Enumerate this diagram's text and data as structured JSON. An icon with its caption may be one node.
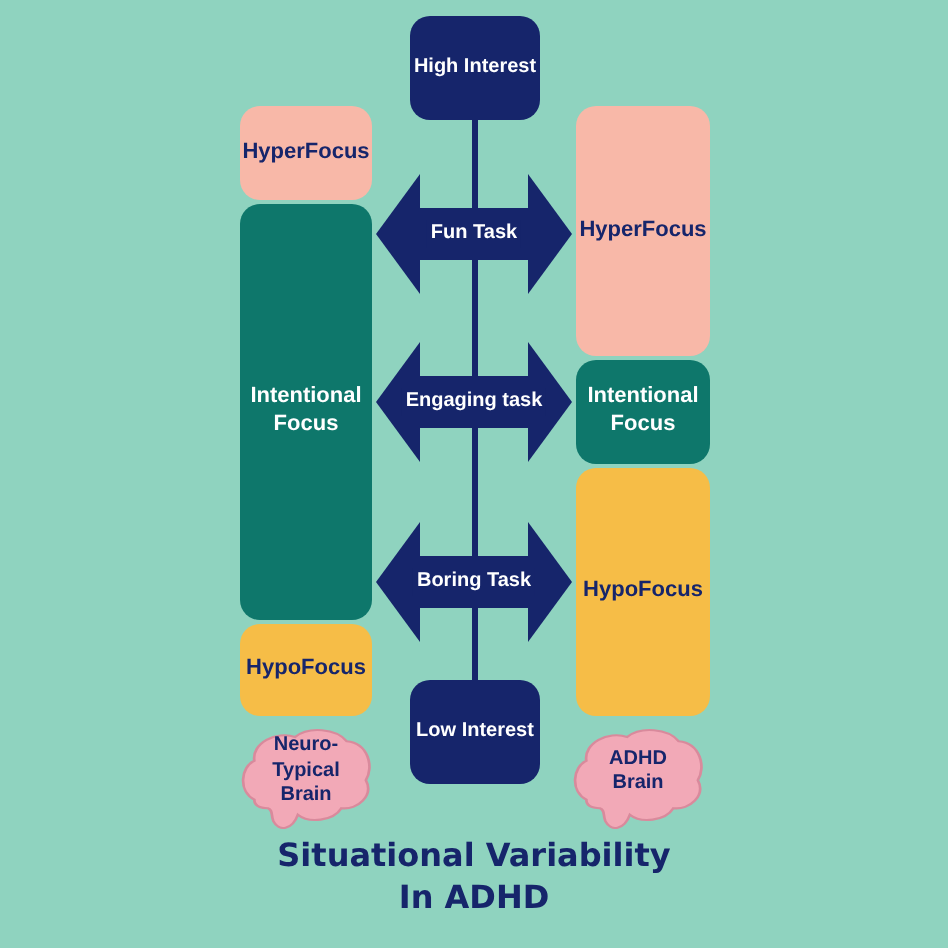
{
  "diagram": {
    "title": "Situational Variability In ADHD",
    "nodes": [
      {
        "text": [
          "High Interest"
        ]
      },
      {
        "text": [
          "HyperFocus"
        ]
      },
      {
        "text": [
          "Intentional Focus"
        ]
      },
      {
        "text": [
          "HypoFocus"
        ]
      },
      {
        "text": [
          "Neuro- Typical Brain"
        ]
      },
      {
        "text": [
          "Low Interest"
        ]
      },
      {
        "text": [
          "HyperFocus"
        ]
      },
      {
        "text": [
          "Intentional Focus"
        ]
      },
      {
        "text": [
          "HypoFocus"
        ]
      },
      {
        "text": [
          "ADHD Brain"
        ]
      }
    ],
    "edges": [
      {
        "from": 0,
        "to": 5,
        "arrow": "none"
      },
      {
        "from": 1,
        "to": 6,
        "arrow": "both",
        "label": "Fun Task"
      },
      {
        "from": 2,
        "to": 7,
        "arrow": "both",
        "label": "Engaging task"
      },
      {
        "from": 2,
        "to": 8,
        "arrow": "both",
        "label": "Boring Task"
      }
    ]
  }
}
